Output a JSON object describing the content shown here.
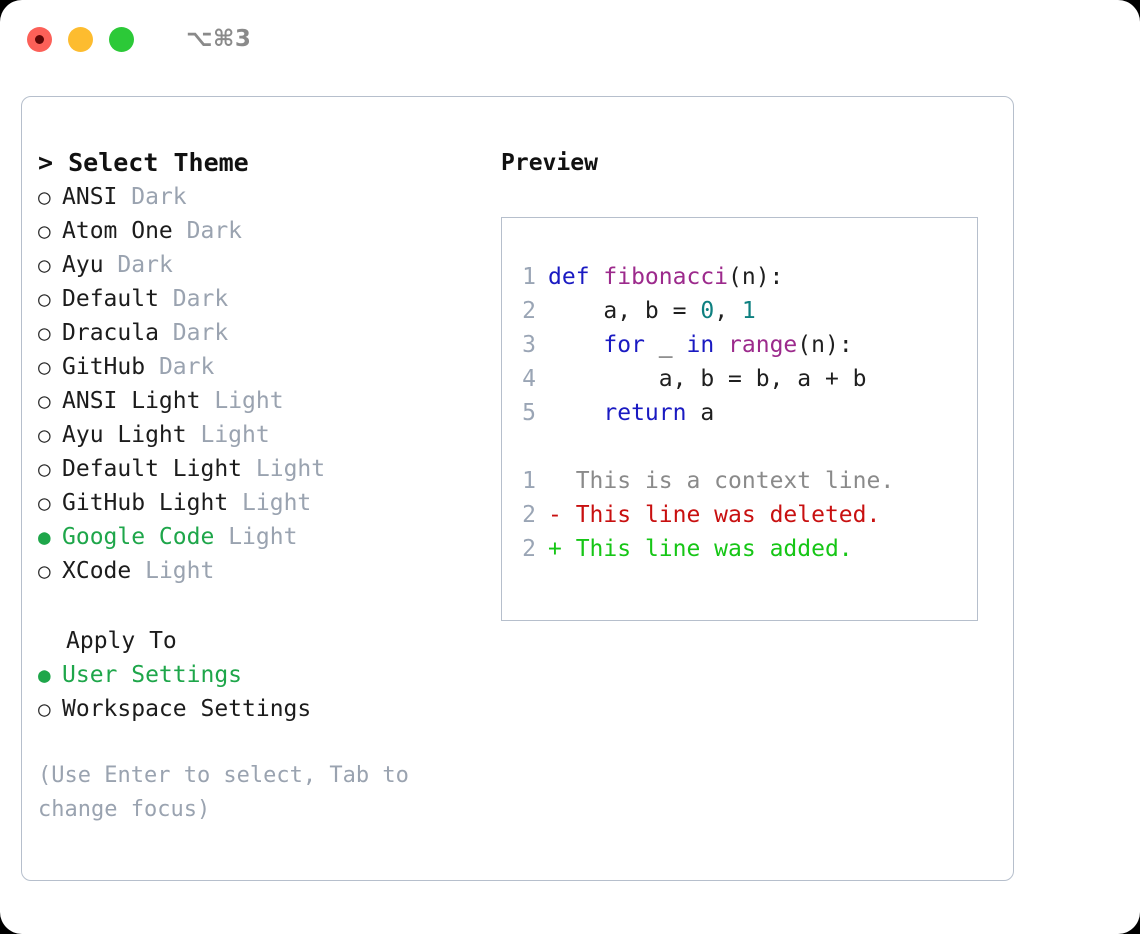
{
  "titlebar": {
    "shortcut": "⌥⌘3",
    "dots": [
      {
        "name": "close-button",
        "color": "#fc6058"
      },
      {
        "name": "minimize-button",
        "color": "#fdbc2f"
      },
      {
        "name": "maximize-button",
        "color": "#2cc938"
      }
    ]
  },
  "theme_picker": {
    "heading": "> Select Theme",
    "items": [
      {
        "marker": "○",
        "name": "ANSI",
        "variant": "Dark",
        "selected": false
      },
      {
        "marker": "○",
        "name": "Atom One",
        "variant": "Dark",
        "selected": false
      },
      {
        "marker": "○",
        "name": "Ayu",
        "variant": "Dark",
        "selected": false
      },
      {
        "marker": "○",
        "name": "Default",
        "variant": "Dark",
        "selected": false
      },
      {
        "marker": "○",
        "name": "Dracula",
        "variant": "Dark",
        "selected": false
      },
      {
        "marker": "○",
        "name": "GitHub",
        "variant": "Dark",
        "selected": false
      },
      {
        "marker": "○",
        "name": "ANSI Light",
        "variant": "Light",
        "selected": false
      },
      {
        "marker": "○",
        "name": "Ayu Light",
        "variant": "Light",
        "selected": false
      },
      {
        "marker": "○",
        "name": "Default Light",
        "variant": "Light",
        "selected": false
      },
      {
        "marker": "○",
        "name": "GitHub Light",
        "variant": "Light",
        "selected": false
      },
      {
        "marker": "●",
        "name": "Google Code",
        "variant": "Light",
        "selected": true
      },
      {
        "marker": "○",
        "name": "XCode",
        "variant": "Light",
        "selected": false
      }
    ]
  },
  "apply_to": {
    "heading": "Apply To",
    "items": [
      {
        "marker": "●",
        "name": "User Settings",
        "selected": true
      },
      {
        "marker": "○",
        "name": "Workspace Settings",
        "selected": false
      }
    ]
  },
  "hint": "(Use Enter to select, Tab to change focus)",
  "preview": {
    "heading": "Preview",
    "code_lines": [
      {
        "lineno": "1",
        "tokens": [
          {
            "t": "def ",
            "c": "kw"
          },
          {
            "t": "fibonacci",
            "c": "fn"
          },
          {
            "t": "(n):",
            "c": "plain"
          }
        ]
      },
      {
        "lineno": "2",
        "tokens": [
          {
            "t": "    a, b = ",
            "c": "plain"
          },
          {
            "t": "0",
            "c": "num"
          },
          {
            "t": ", ",
            "c": "plain"
          },
          {
            "t": "1",
            "c": "num"
          }
        ]
      },
      {
        "lineno": "3",
        "tokens": [
          {
            "t": "    ",
            "c": "plain"
          },
          {
            "t": "for",
            "c": "kw"
          },
          {
            "t": " _ ",
            "c": "plain"
          },
          {
            "t": "in",
            "c": "kw"
          },
          {
            "t": " ",
            "c": "plain"
          },
          {
            "t": "range",
            "c": "fn"
          },
          {
            "t": "(n):",
            "c": "plain"
          }
        ]
      },
      {
        "lineno": "4",
        "tokens": [
          {
            "t": "        a, b = b, a + b",
            "c": "plain"
          }
        ]
      },
      {
        "lineno": "5",
        "tokens": [
          {
            "t": "    ",
            "c": "plain"
          },
          {
            "t": "return",
            "c": "kw"
          },
          {
            "t": " a",
            "c": "plain"
          }
        ]
      }
    ],
    "diff_lines": [
      {
        "lineno": "1",
        "prefix": "  ",
        "text": "This is a context line.",
        "kind": "ctx"
      },
      {
        "lineno": "2",
        "prefix": "- ",
        "text": "This line was deleted.",
        "kind": "del"
      },
      {
        "lineno": "2",
        "prefix": "+ ",
        "text": "This line was added.",
        "kind": "add"
      }
    ]
  }
}
